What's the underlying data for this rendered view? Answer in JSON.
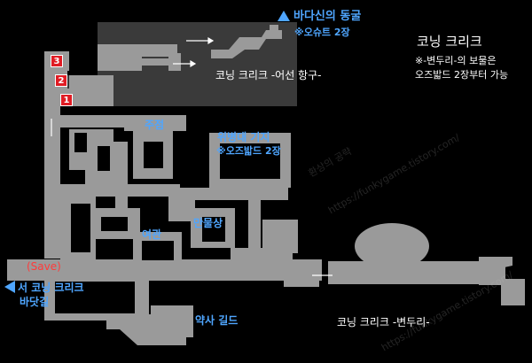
{
  "title": {
    "name": "코닝 크리크",
    "note": "※-변두리-의 보물은",
    "note2": "오즈밟드 2장부터 가능"
  },
  "labels": {
    "sea_cave": "바다신의 동굴",
    "sea_cave_note": "※오슈트 2장",
    "fishing_port": "코닝 크리크 -어선 항구-",
    "tavern": "주점",
    "guard_base": "위병대 기지",
    "guard_base_note": "※오즈밟드 2장",
    "general_store": "만물상",
    "inn": "여관",
    "save": "(Save)",
    "west_exit_line1": "서 코닝 크리크",
    "west_exit_line2": "바닷길",
    "apothecary": "약사 길드",
    "outskirts": "코닝 크리크 -변두리-"
  },
  "markers": [
    "3",
    "2",
    "1"
  ],
  "watermarks": {
    "w1": "환상의 공략",
    "w2": "https://funkygame.tistory.com/",
    "w3": "https://funkygame.tistory.com/"
  },
  "colors": {
    "background": "#000000",
    "floor": "#9a9a9a",
    "dark_zone": "#3a3a3a",
    "label_blue": "#4fa6ff",
    "label_red": "#ff3b3b",
    "badge_red": "#e01c24"
  }
}
